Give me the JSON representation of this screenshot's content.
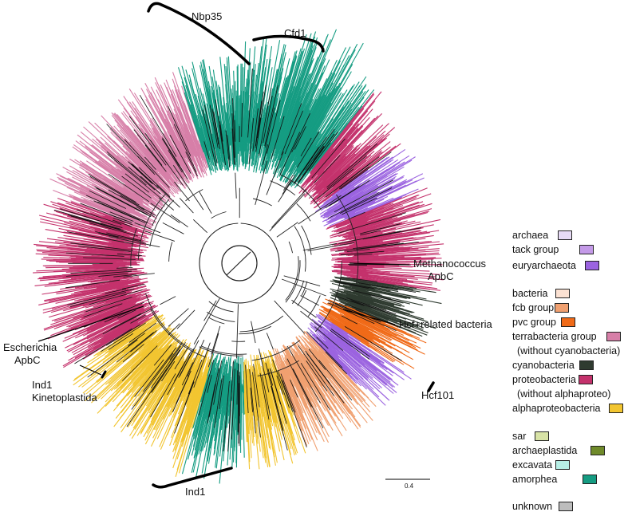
{
  "clade_labels": {
    "nbp35": "Nbp35",
    "cfd1": "Cfd1",
    "ind1": "Ind1",
    "hcf101": "Hcf101",
    "methanococcus_1": "Methanococcus",
    "methanococcus_2": "ApbC",
    "hcf_related": "Hcf+related bacteria",
    "escherichia_1": "Escherichia",
    "escherichia_2": "ApbC",
    "ind1_kineto_1": "Ind1",
    "ind1_kineto_2": "Kinetoplastida"
  },
  "scale_bar": {
    "label": "0.4"
  },
  "legend": [
    {
      "label": "archaea",
      "color": "#e6daf5"
    },
    {
      "label": "tack group",
      "color": "#c49ae8"
    },
    {
      "label": "euryarchaeota",
      "color": "#9b63e0"
    },
    {
      "label": "bacteria",
      "color": "#fbe1d2"
    },
    {
      "label": "fcb group",
      "color": "#f0a070"
    },
    {
      "label": "pvc group",
      "color": "#f06a18"
    },
    {
      "label": "terrabacteria group",
      "color": "#d77fa8"
    },
    {
      "label": "(without cyanobacteria)",
      "color": ""
    },
    {
      "label": "cyanobacteria",
      "color": "#2f3b30"
    },
    {
      "label": "proteobacteria",
      "color": "#c4326c"
    },
    {
      "label": "(without alphaproteo)",
      "color": ""
    },
    {
      "label": "alphaproteobacteria",
      "color": "#f2c530"
    },
    {
      "label": "sar",
      "color": "#d8e3a6"
    },
    {
      "label": "archaeplastida",
      "color": "#6f8a2a"
    },
    {
      "label": "excavata",
      "color": "#b7efe6"
    },
    {
      "label": "amorphea",
      "color": "#159c82"
    },
    {
      "label": "unknown",
      "color": "#bdbdbd"
    }
  ],
  "tree_sectors": [
    {
      "from": -90,
      "to": -52,
      "color": "#159c82"
    },
    {
      "from": -52,
      "to": -36,
      "color": "#c4326c"
    },
    {
      "from": -36,
      "to": -22,
      "color": "#9b63e0"
    },
    {
      "from": -22,
      "to": -5,
      "color": "#c4326c"
    },
    {
      "from": -5,
      "to": 8,
      "color": "#c4326c"
    },
    {
      "from": 8,
      "to": 22,
      "color": "#2f3b30"
    },
    {
      "from": 22,
      "to": 33,
      "color": "#f06a18"
    },
    {
      "from": 33,
      "to": 46,
      "color": "#9b63e0"
    },
    {
      "from": 46,
      "to": 70,
      "color": "#f0a070"
    },
    {
      "from": 70,
      "to": 88,
      "color": "#f2c530"
    },
    {
      "from": 88,
      "to": 106,
      "color": "#159c82"
    },
    {
      "from": 106,
      "to": 122,
      "color": "#f2c530"
    },
    {
      "from": 122,
      "to": 148,
      "color": "#f2c530"
    },
    {
      "from": 148,
      "to": 172,
      "color": "#c4326c"
    },
    {
      "from": 172,
      "to": 200,
      "color": "#c4326c"
    },
    {
      "from": 200,
      "to": 252,
      "color": "#d77fa8"
    },
    {
      "from": 252,
      "to": 270,
      "color": "#159c82"
    }
  ]
}
